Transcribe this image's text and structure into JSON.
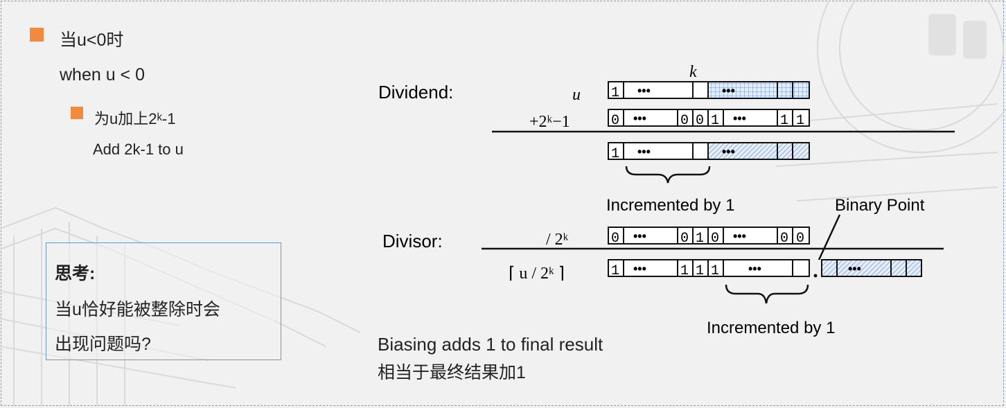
{
  "left": {
    "bullet1_cn": "当u<0时",
    "bullet1_en": "when u < 0",
    "bullet2_cn": "为u加上2ᵏ-1",
    "bullet2_en": "Add 2k-1 to u"
  },
  "think_box": {
    "title": "思考:",
    "line1": "当u恰好能被整除时会",
    "line2": "出现问题吗?"
  },
  "diagram": {
    "dividend_label": "Dividend:",
    "divisor_label": "Divisor:",
    "k_label": "k",
    "u_label": "u",
    "plus_label": "+2ᵏ−1",
    "div_label": "/  2ᵏ",
    "ceil_label": "⌈ u / 2ᵏ ⌉",
    "incremented_1": "Incremented by 1",
    "incremented_2": "Incremented by 1",
    "binary_point": "Binary Point",
    "row_u": [
      "1",
      "•••",
      "",
      "•••",
      "",
      ""
    ],
    "row_plus": [
      "0",
      "•••",
      "0",
      "0",
      "1",
      "•••",
      "1",
      "1"
    ],
    "row_sum": [
      "1",
      "•••",
      "",
      "•••",
      "",
      ""
    ],
    "row_div": [
      "0",
      "•••",
      "0",
      "1",
      "0",
      "•••",
      "0",
      "0"
    ],
    "row_result": [
      "1",
      "•••",
      "1",
      "1",
      "1",
      "•••",
      ""
    ],
    "row_frac": [
      "",
      "•••",
      "",
      ""
    ]
  },
  "bottom": {
    "line_en": "Biasing adds 1 to final result",
    "line_cn": "相当于最终结果加1"
  },
  "colors": {
    "accent": "#f08a3c",
    "box_border": "#6f95c6",
    "hatch": "#6a8fc8"
  }
}
